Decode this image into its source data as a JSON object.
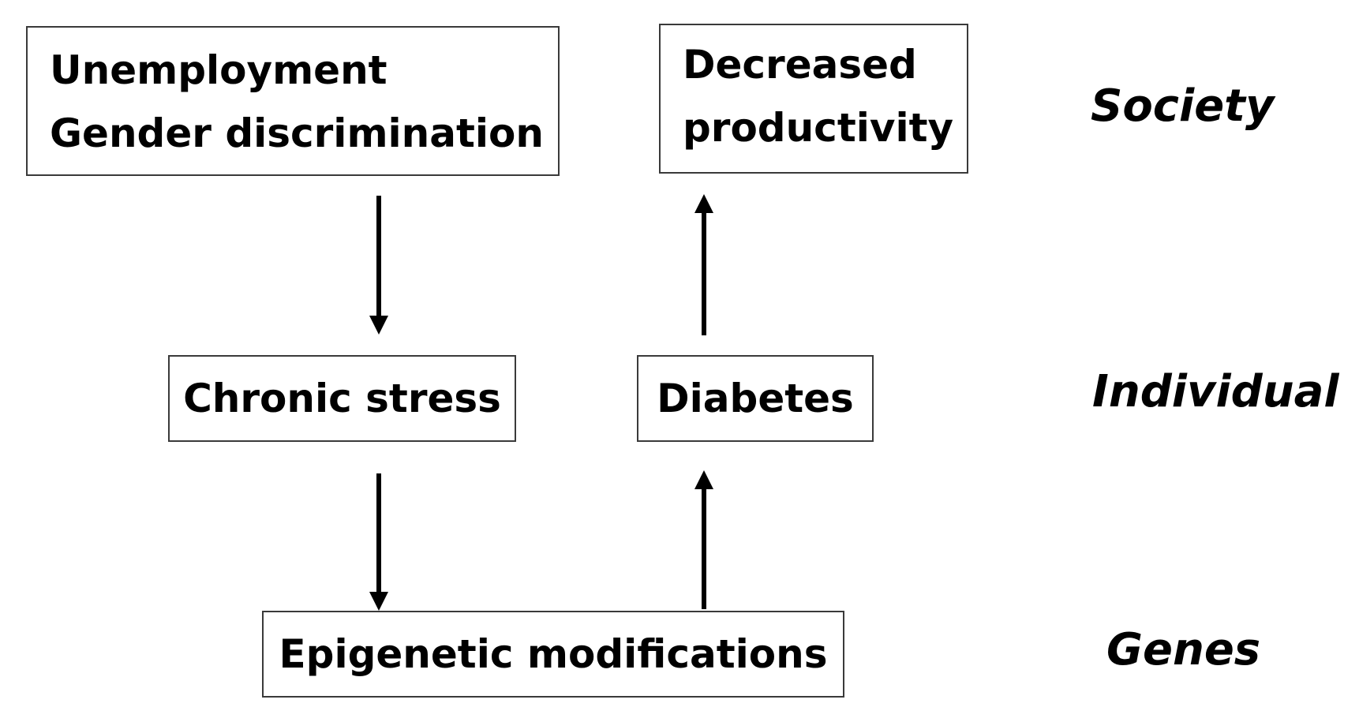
{
  "nodes": {
    "causes": {
      "lines": [
        "Unemployment",
        "Gender discrimination"
      ]
    },
    "productivity": {
      "lines": [
        "Decreased",
        "productivity"
      ]
    },
    "stress": {
      "label": "Chronic stress"
    },
    "diabetes": {
      "label": "Diabetes"
    },
    "epigenetic": {
      "label": "Epigenetic modifications"
    }
  },
  "levels": {
    "society": "Society",
    "individual": "Individual",
    "genes": "Genes"
  },
  "edges": [
    {
      "from": "causes",
      "to": "stress"
    },
    {
      "from": "stress",
      "to": "epigenetic"
    },
    {
      "from": "epigenetic",
      "to": "diabetes"
    },
    {
      "from": "diabetes",
      "to": "productivity"
    }
  ],
  "colors": {
    "stroke": "#000000",
    "box_border": "#3a3a3a",
    "text": "#000000",
    "background": "#ffffff"
  }
}
